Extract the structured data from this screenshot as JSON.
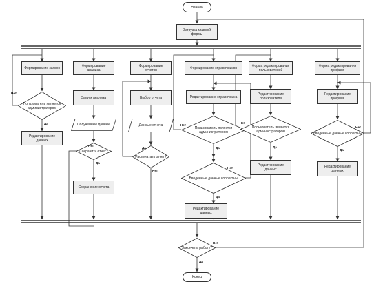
{
  "nodes": {
    "start": "Начало",
    "load_main_form": "Загрузка главной формы",
    "form_trip_orders": "Формирование заявок",
    "form_analysis": "Формирование анализа",
    "form_reports": "Формирование отчетов",
    "form_directories": "Формирование справочников",
    "form_users_editor": "Форма редактирования пользователей",
    "form_profile_editor": "Форма редактирования профиля",
    "admin_check_1": "Пользователь является администратором",
    "edit_data_1": "Редактирование данных",
    "run_analysis": "Запуск анализа",
    "received_data": "Полученные данные",
    "save_report_q": "Сохранить отчет?",
    "save_report": "Сохранение отчета",
    "choose_report": "Выбор отчета",
    "report_data": "Данные отчета",
    "print_report_q": "Распечатать отчет?",
    "admin_check_2": "Пользователь является администратором",
    "edit_directory": "Редактирование справочника",
    "data_correct_1": "Введенные данные корректны",
    "edit_data_2": "Редактирование данных",
    "edit_users": "Редактирование пользователя",
    "admin_check_3": "Пользователь является администратором",
    "edit_data_3": "Редактирование данных",
    "edit_profile": "Редактирование профиля",
    "data_correct_2": "Введенные данные корректны",
    "edit_data_4": "Редактирование данных",
    "finish_q": "Закончить работу?",
    "end": "Конец"
  },
  "labels": {
    "yes": "Да",
    "no": "Нет"
  }
}
